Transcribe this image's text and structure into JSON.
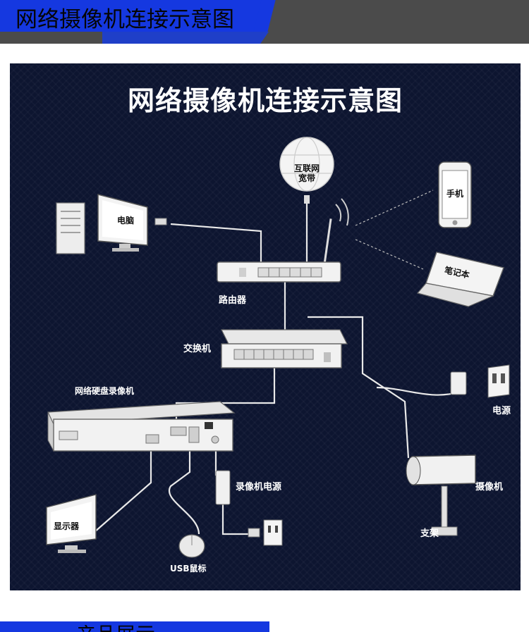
{
  "header": {
    "title": "网络摄像机连接示意图"
  },
  "diagram": {
    "title": "网络摄像机连接示意图",
    "nodes": {
      "internet": "互联网\n宽带",
      "phone": "手机",
      "computer": "电脑",
      "router": "路由器",
      "laptop": "笔记本",
      "switch": "交换机",
      "nvr": "网络硬盘录像机",
      "power": "电源",
      "camera": "摄像机",
      "bracket": "支架",
      "nvr_power": "录像机电源",
      "monitor": "显示器",
      "mouse": "USB鼠标"
    }
  },
  "footer": {
    "title": "产品展示"
  },
  "colors": {
    "banner_blue": "#1538e0",
    "banner_gray": "#4b4b4b",
    "panel_bg": "#0d1530"
  }
}
